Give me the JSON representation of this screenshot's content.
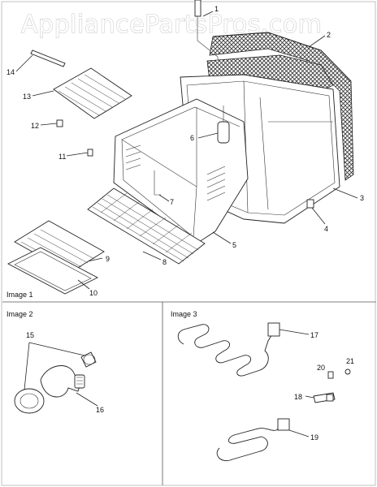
{
  "watermark": "AppliancePartsPros.com",
  "panels": {
    "image1": "Image 1",
    "image2": "Image 2",
    "image3": "Image 3"
  },
  "callouts": [
    "1",
    "2",
    "3",
    "4",
    "5",
    "6",
    "7",
    "8",
    "9",
    "10",
    "11",
    "12",
    "13",
    "14",
    "15",
    "16",
    "17",
    "18",
    "19",
    "20",
    "21"
  ],
  "colors": {
    "outline": "#222222",
    "insulation": "#3a3a3a",
    "watermark_fill": "#ffffff",
    "watermark_stroke": "#c9c9c9"
  }
}
